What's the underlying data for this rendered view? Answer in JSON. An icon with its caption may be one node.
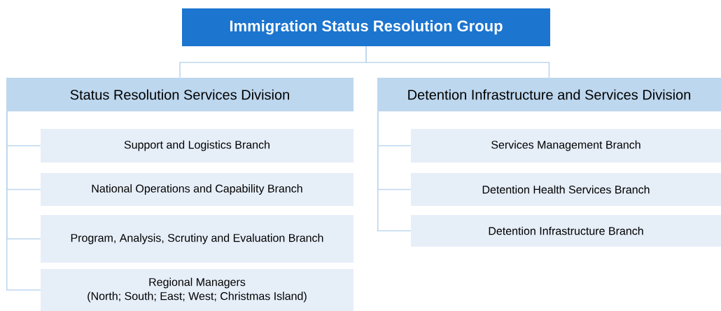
{
  "diagram": {
    "nodes": [
      {
        "text": [
          "Immigration Status Resolution Group"
        ]
      },
      {
        "text": [
          "Status Resolution Services Division"
        ]
      },
      {
        "text": [
          "Support and Logistics Branch"
        ]
      },
      {
        "text": [
          "National Operations and Capability Branch"
        ]
      },
      {
        "text": [
          "Program, Analysis, Scrutiny and Evaluation Branch"
        ]
      },
      {
        "text": [
          "Regional Managers",
          "(North; South; East; West; Christmas Island)"
        ]
      },
      {
        "text": [
          "Detention Infrastructure and Services Division"
        ]
      },
      {
        "text": [
          "Services Management Branch"
        ]
      },
      {
        "text": [
          "Detention Health Services Branch"
        ]
      },
      {
        "text": [
          "Detention Infrastructure Branch"
        ]
      }
    ],
    "edges": [
      {
        "from": 0,
        "to": 1,
        "arrow": "none"
      },
      {
        "from": 0,
        "to": 6,
        "arrow": "none"
      },
      {
        "from": 1,
        "to": 2,
        "arrow": "none"
      },
      {
        "from": 1,
        "to": 3,
        "arrow": "none"
      },
      {
        "from": 1,
        "to": 4,
        "arrow": "none"
      },
      {
        "from": 1,
        "to": 5,
        "arrow": "none"
      },
      {
        "from": 6,
        "to": 7,
        "arrow": "none"
      },
      {
        "from": 6,
        "to": 8,
        "arrow": "none"
      },
      {
        "from": 6,
        "to": 9,
        "arrow": "none"
      }
    ]
  }
}
